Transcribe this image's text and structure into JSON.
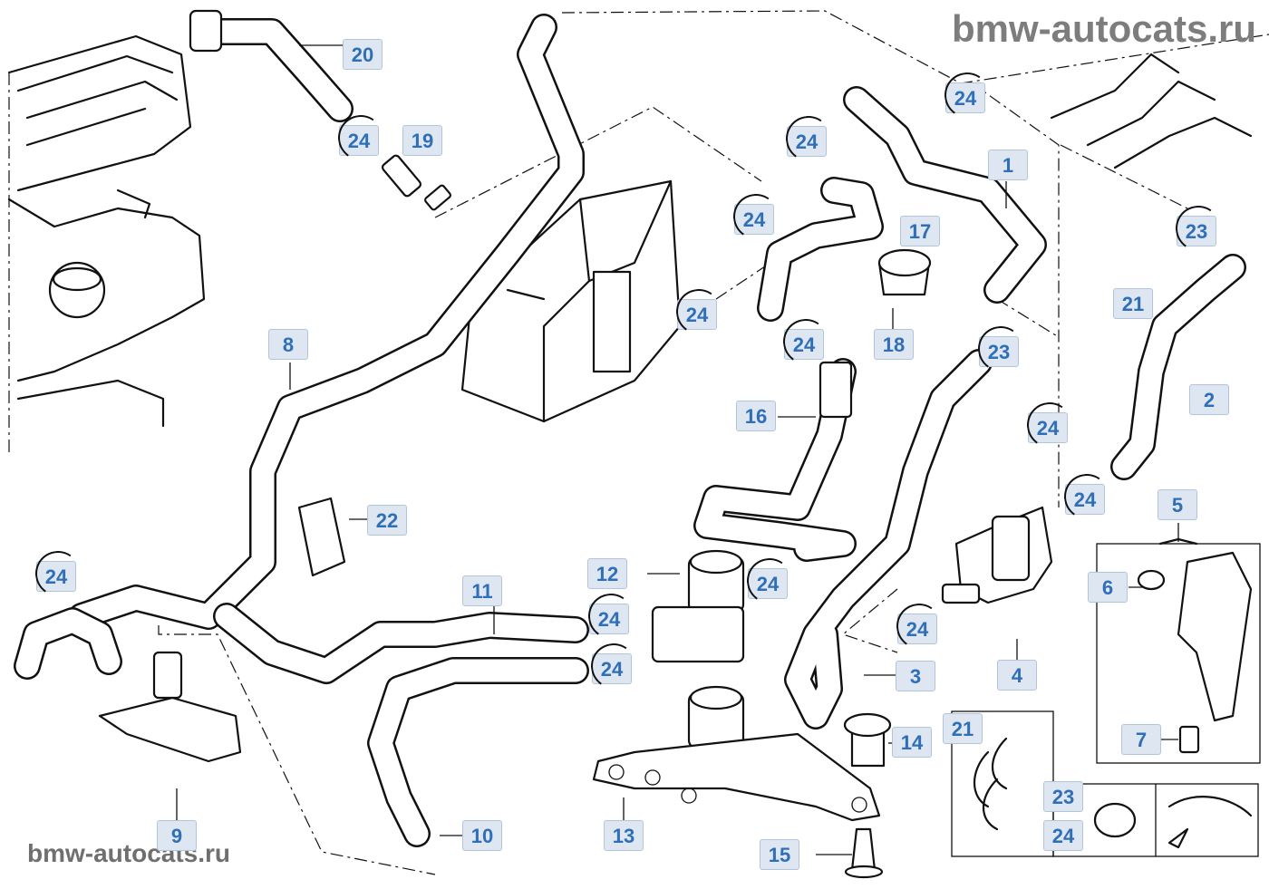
{
  "watermark": {
    "top": "bmw-autocats.ru",
    "bottom": "bmw-autocats.ru"
  },
  "callouts": [
    {
      "id": "c-20",
      "label": "20"
    },
    {
      "id": "c-24a",
      "label": "24"
    },
    {
      "id": "c-19",
      "label": "19"
    },
    {
      "id": "c-24b",
      "label": "24"
    },
    {
      "id": "c-24c",
      "label": "24"
    },
    {
      "id": "c-1",
      "label": "1"
    },
    {
      "id": "c-24d",
      "label": "24"
    },
    {
      "id": "c-17",
      "label": "17"
    },
    {
      "id": "c-23a",
      "label": "23"
    },
    {
      "id": "c-21a",
      "label": "21"
    },
    {
      "id": "c-24e",
      "label": "24"
    },
    {
      "id": "c-24f",
      "label": "24"
    },
    {
      "id": "c-18",
      "label": "18"
    },
    {
      "id": "c-23b",
      "label": "23"
    },
    {
      "id": "c-8",
      "label": "8"
    },
    {
      "id": "c-2",
      "label": "2"
    },
    {
      "id": "c-16",
      "label": "16"
    },
    {
      "id": "c-24g",
      "label": "24"
    },
    {
      "id": "c-24h",
      "label": "24"
    },
    {
      "id": "c-5",
      "label": "5"
    },
    {
      "id": "c-22",
      "label": "22"
    },
    {
      "id": "c-24i",
      "label": "24"
    },
    {
      "id": "c-12",
      "label": "12"
    },
    {
      "id": "c-11",
      "label": "11"
    },
    {
      "id": "c-24j",
      "label": "24"
    },
    {
      "id": "c-6",
      "label": "6"
    },
    {
      "id": "c-24k",
      "label": "24"
    },
    {
      "id": "c-24l",
      "label": "24"
    },
    {
      "id": "c-24m",
      "label": "24"
    },
    {
      "id": "c-3",
      "label": "3"
    },
    {
      "id": "c-4",
      "label": "4"
    },
    {
      "id": "c-21b",
      "label": "21"
    },
    {
      "id": "c-7",
      "label": "7"
    },
    {
      "id": "c-14",
      "label": "14"
    },
    {
      "id": "c-23c",
      "label": "23"
    },
    {
      "id": "c-9",
      "label": "9"
    },
    {
      "id": "c-10",
      "label": "10"
    },
    {
      "id": "c-13",
      "label": "13"
    },
    {
      "id": "c-24n",
      "label": "24"
    },
    {
      "id": "c-15",
      "label": "15"
    }
  ]
}
